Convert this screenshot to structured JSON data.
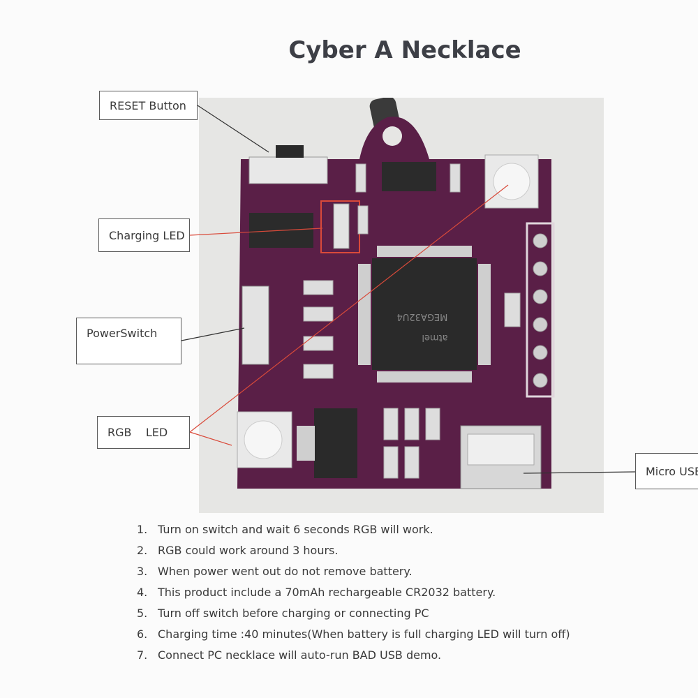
{
  "title": "Cyber A Necklace",
  "callouts": {
    "reset": "RESET Button",
    "charging": "Charging LED",
    "power": "PowerSwitch",
    "rgb": "RGB    LED",
    "usb": "Micro USB"
  },
  "photo": {
    "chip_text_1": "atmel",
    "chip_text_2": "MEGA32U4"
  },
  "instructions": [
    {
      "num": "1.",
      "text": "Turn on switch and wait 6 seconds RGB will work."
    },
    {
      "num": "2.",
      "text": "RGB could work around 3 hours."
    },
    {
      "num": "3.",
      "text": "When power went out do not remove battery."
    },
    {
      "num": "4.",
      "text": "This product include a 70mAh rechargeable CR2032 battery."
    },
    {
      "num": "5.",
      "text": "Turn off switch before charging or connecting PC"
    },
    {
      "num": "6.",
      "text": "Charging time :40 minutes(When battery is full charging LED will turn off)"
    },
    {
      "num": "7.",
      "text": "Connect PC necklace will auto-run BAD USB demo."
    }
  ],
  "colors": {
    "pcb": "#5a1f47",
    "callout_line_red": "#d94a3a",
    "callout_line_dark": "#333333"
  }
}
